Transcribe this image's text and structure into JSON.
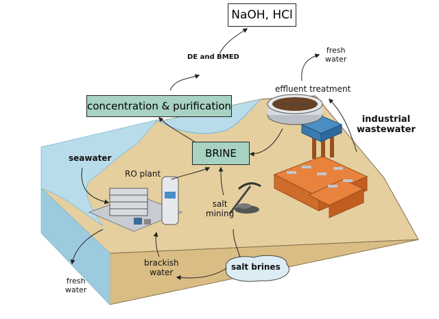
{
  "labels": {
    "naoh_hcl": "NaOH, HCl",
    "de_bmed": "DE and BMED",
    "fresh_water_top": "fresh\nwater",
    "effluent_treatment": "effluent treatment",
    "concentration": "concentration & purification",
    "industrial_wastewater": "industrial\nwastewater",
    "brine": "BRINE",
    "seawater": "seawater",
    "ro_plant": "RO plant",
    "salt_mining": "salt\nmining",
    "brackish_water": "brackish\nwater",
    "salt_brines": "salt brines",
    "fresh_water_bottom": "fresh\nwater"
  },
  "colors": {
    "ground_top": "#e5cf9f",
    "ground_side": "#d9bd84",
    "sea": "#b9dcea",
    "sea_edge": "#8fc0d6",
    "box_fill": "#a8d2c2",
    "salt_brines_fill": "#dcecf5",
    "factory_orange": "#e8823c",
    "factory_roof": "#c0c8d0",
    "tank_blue": "#4a8ec4"
  },
  "icons": [
    "ro-plant-icon",
    "pickaxe-icon",
    "factory-icon",
    "settling-tank-icon",
    "salt-pile-icon"
  ]
}
